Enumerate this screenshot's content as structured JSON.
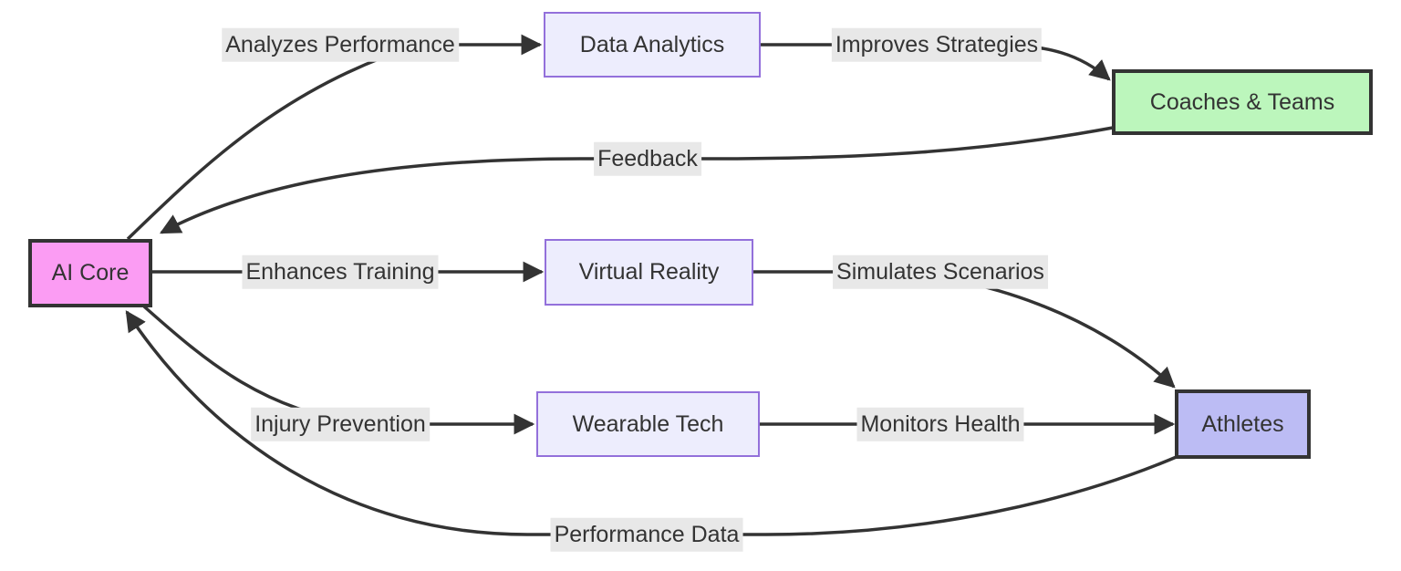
{
  "diagram": {
    "type": "flowchart",
    "direction": "LR",
    "nodes": [
      {
        "id": "ai_core",
        "label": "AI Core",
        "fill": "#fb9cf3",
        "stroke": "#333333"
      },
      {
        "id": "data_analytics",
        "label": "Data Analytics",
        "fill": "#ededfd",
        "stroke": "#9370db"
      },
      {
        "id": "virtual_reality",
        "label": "Virtual Reality",
        "fill": "#ededfd",
        "stroke": "#9370db"
      },
      {
        "id": "wearable_tech",
        "label": "Wearable Tech",
        "fill": "#ededfd",
        "stroke": "#9370db"
      },
      {
        "id": "coaches_teams",
        "label": "Coaches & Teams",
        "fill": "#bcf6bc",
        "stroke": "#333333"
      },
      {
        "id": "athletes",
        "label": "Athletes",
        "fill": "#bcbcf4",
        "stroke": "#333333"
      }
    ],
    "edges": [
      {
        "from": "ai_core",
        "to": "data_analytics",
        "label": "Analyzes Performance"
      },
      {
        "from": "data_analytics",
        "to": "coaches_teams",
        "label": "Improves Strategies"
      },
      {
        "from": "coaches_teams",
        "to": "ai_core",
        "label": "Feedback"
      },
      {
        "from": "ai_core",
        "to": "virtual_reality",
        "label": "Enhances Training"
      },
      {
        "from": "virtual_reality",
        "to": "athletes",
        "label": "Simulates Scenarios"
      },
      {
        "from": "ai_core",
        "to": "wearable_tech",
        "label": "Injury Prevention"
      },
      {
        "from": "wearable_tech",
        "to": "athletes",
        "label": "Monitors Health"
      },
      {
        "from": "athletes",
        "to": "ai_core",
        "label": "Performance Data"
      }
    ],
    "colors": {
      "edge_stroke": "#333333",
      "edge_label_background": "#e8e8e8",
      "text": "#333333",
      "default_node_fill": "#ededfd",
      "default_node_stroke": "#9370db"
    }
  }
}
